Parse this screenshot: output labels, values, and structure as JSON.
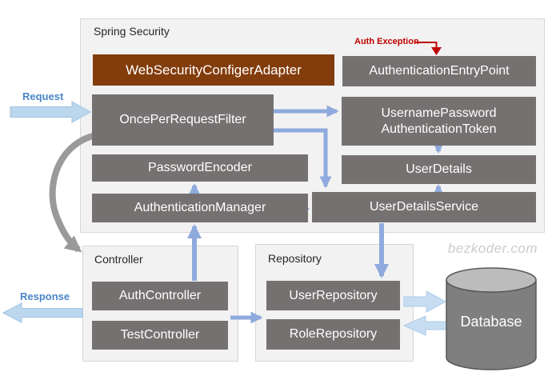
{
  "watermark": "bezkoder.com",
  "flow_labels": {
    "request": "Request",
    "response": "Response",
    "auth_exception": "Auth Exception"
  },
  "containers": {
    "spring_security": {
      "title": "Spring Security"
    },
    "controller": {
      "title": "Controller"
    },
    "repository": {
      "title": "Repository"
    }
  },
  "boxes": {
    "web_security_configer_adapter": "WebSecurityConfigerAdapter",
    "authentication_entry_point": "AuthenticationEntryPoint",
    "once_per_request_filter": "OncePerRequestFilter",
    "username_password_authentication_token": "UsernamePassword\nAuthenticationToken",
    "password_encoder": "PasswordEncoder",
    "user_details": "UserDetails",
    "authentication_manager": "AuthenticationManager",
    "user_details_service": "UserDetailsService",
    "auth_controller": "AuthController",
    "test_controller": "TestController",
    "user_repository": "UserRepository",
    "role_repository": "RoleRepository",
    "database": "Database"
  },
  "colors": {
    "box_gray": "#767171",
    "box_brown": "#833C0C",
    "connector_blue": "#8FAADC",
    "flow_arrow_blue": "#BDD7EE",
    "exception_red": "#C00000",
    "container_bg": "#F2F2F2",
    "database_gray": "#7F7F7F",
    "watermark_gray": "#CBCBCB"
  }
}
